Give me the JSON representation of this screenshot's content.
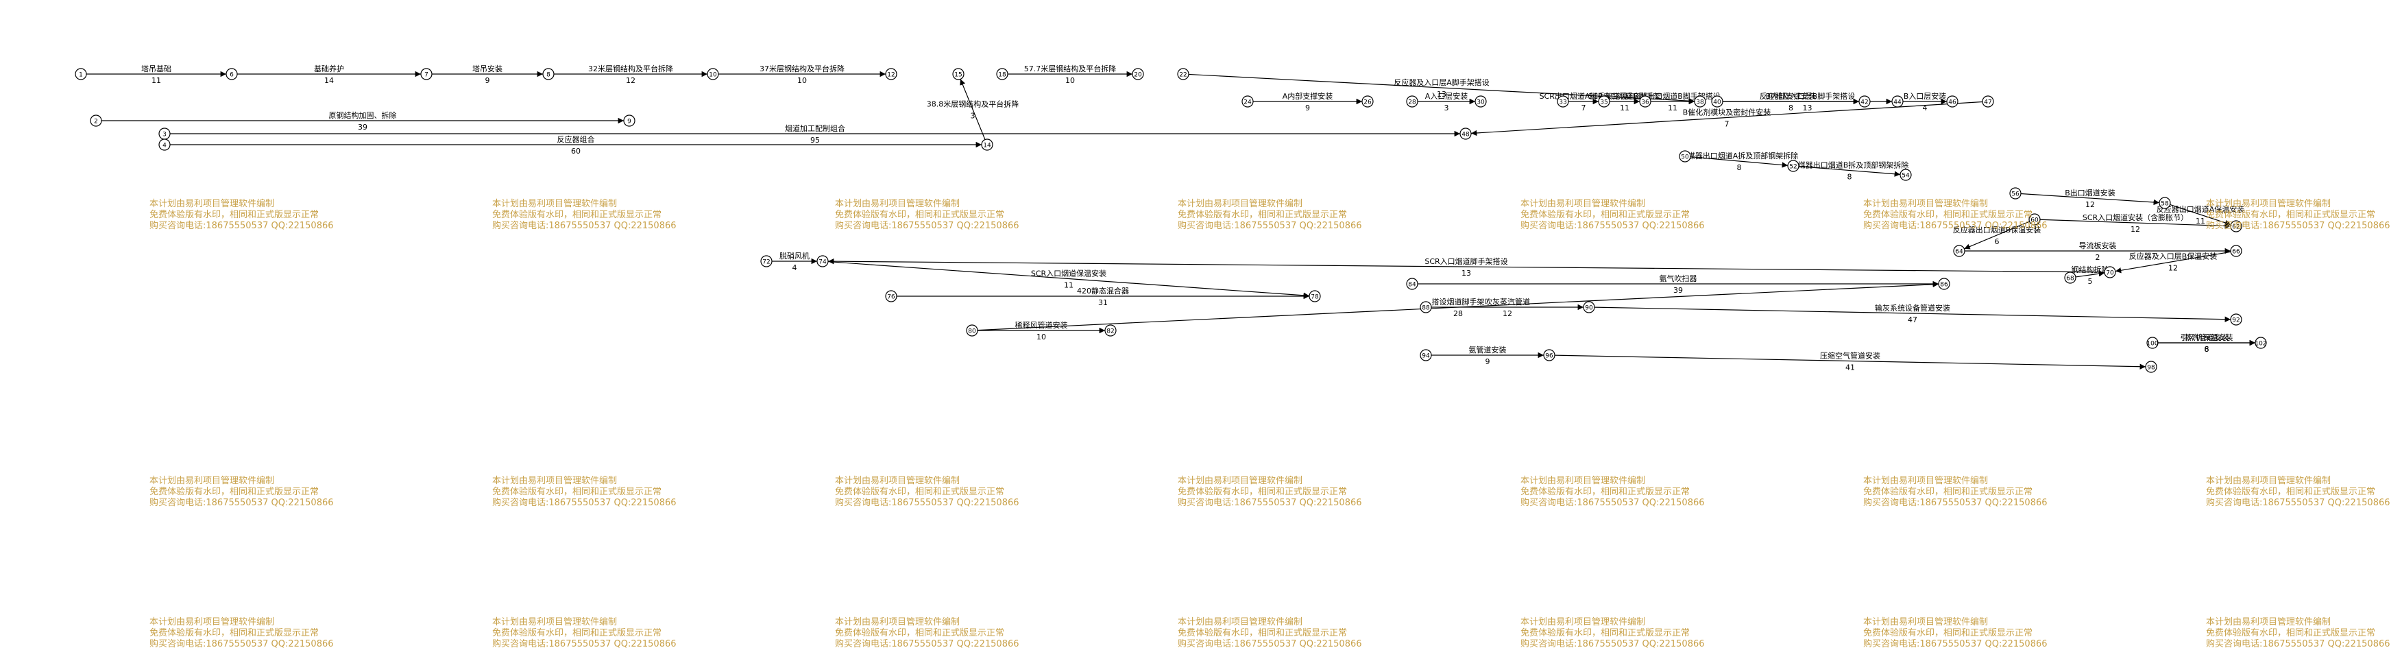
{
  "watermark": {
    "line1": "本计划由易利项目管理软件编制",
    "line2": "免费体验版有水印，相同和正式版显示正常",
    "line3": "购买咨询电话:18675550537 QQ:22150866"
  },
  "colors": {
    "line": "#000000",
    "critical": "#ff0000",
    "highlight": "#ff00ff",
    "watermark": "#c9a24a"
  },
  "nodes": [
    {
      "id": "n1",
      "label": "1"
    },
    {
      "id": "n2",
      "label": "2"
    },
    {
      "id": "n3",
      "label": "3"
    },
    {
      "id": "n4",
      "label": "4"
    },
    {
      "id": "n6",
      "label": "6"
    },
    {
      "id": "n7",
      "label": "7"
    },
    {
      "id": "n8",
      "label": "8"
    },
    {
      "id": "n9",
      "label": "9"
    },
    {
      "id": "n10",
      "label": "10"
    },
    {
      "id": "n12",
      "label": "12"
    },
    {
      "id": "n14",
      "label": "14"
    },
    {
      "id": "n15",
      "label": "15"
    },
    {
      "id": "n18",
      "label": "18"
    },
    {
      "id": "n20",
      "label": "20"
    },
    {
      "id": "n22",
      "label": "22"
    },
    {
      "id": "n24",
      "label": "24"
    },
    {
      "id": "n26",
      "label": "26"
    },
    {
      "id": "n28",
      "label": "28"
    },
    {
      "id": "n30",
      "label": "30"
    },
    {
      "id": "n33",
      "label": "33"
    },
    {
      "id": "n35",
      "label": "35"
    },
    {
      "id": "n36",
      "label": "36"
    },
    {
      "id": "n38",
      "label": "38"
    },
    {
      "id": "n40",
      "label": "40"
    },
    {
      "id": "n42",
      "label": "42"
    },
    {
      "id": "n44",
      "label": "44"
    },
    {
      "id": "n46",
      "label": "46"
    },
    {
      "id": "n47",
      "label": "47"
    },
    {
      "id": "n48",
      "label": "48"
    },
    {
      "id": "n50",
      "label": "50"
    },
    {
      "id": "n52",
      "label": "52"
    },
    {
      "id": "n54",
      "label": "54"
    },
    {
      "id": "n56",
      "label": "56"
    },
    {
      "id": "n58",
      "label": "58"
    },
    {
      "id": "n60",
      "label": "60"
    },
    {
      "id": "n62",
      "label": "62"
    },
    {
      "id": "n64",
      "label": "64"
    },
    {
      "id": "n66",
      "label": "66"
    },
    {
      "id": "n68",
      "label": "68"
    },
    {
      "id": "n70",
      "label": "70"
    },
    {
      "id": "n72",
      "label": "72"
    },
    {
      "id": "n74",
      "label": "74"
    },
    {
      "id": "n76",
      "label": "76"
    },
    {
      "id": "n78",
      "label": "78"
    },
    {
      "id": "n80",
      "label": "80"
    },
    {
      "id": "n82",
      "label": "82"
    },
    {
      "id": "n84",
      "label": "84"
    },
    {
      "id": "n86",
      "label": "86"
    },
    {
      "id": "n88",
      "label": "88"
    },
    {
      "id": "n90",
      "label": "90"
    },
    {
      "id": "n92",
      "label": "92"
    },
    {
      "id": "n94",
      "label": "94"
    },
    {
      "id": "n96",
      "label": "96"
    },
    {
      "id": "n98",
      "label": "98"
    },
    {
      "id": "n100",
      "label": "100"
    },
    {
      "id": "n102",
      "label": "102"
    }
  ],
  "activities": [
    {
      "from": "n1",
      "to": "n6",
      "name": "塔吊基础",
      "dur": "11"
    },
    {
      "from": "n6",
      "to": "n7",
      "name": "基础养护",
      "dur": "14"
    },
    {
      "from": "n7",
      "to": "n8",
      "name": "塔吊安装",
      "dur": "9"
    },
    {
      "from": "n8",
      "to": "n10",
      "name": "32米层钢结构及平台拆降",
      "dur": "12"
    },
    {
      "from": "n10",
      "to": "n12",
      "name": "37米层钢结构及平台拆降",
      "dur": "10"
    },
    {
      "from": "n14",
      "to": "n15",
      "name": "38.8米层钢结构及平台拆降",
      "dur": "3"
    },
    {
      "from": "n18",
      "to": "n20",
      "name": "57.7米层钢结构及平台拆降",
      "dur": "10"
    },
    {
      "from": "n24",
      "to": "n26",
      "name": "A内部支撑安装",
      "dur": "9"
    },
    {
      "from": "n28",
      "to": "n30",
      "name": "A入口层安装",
      "dur": "3"
    },
    {
      "from": "n40",
      "to": "n42",
      "name": "B内部支撑安装",
      "dur": "8"
    },
    {
      "from": "n44",
      "to": "n46",
      "name": "B入口层安装",
      "dur": "4"
    },
    {
      "from": "n47",
      "to": "n48",
      "name": "B催化剂模块及密封件安装",
      "dur": "7"
    },
    {
      "from": "n2",
      "to": "n9",
      "name": "原钢结构加固、拆除",
      "dur": "39"
    },
    {
      "from": "n3",
      "to": "n48",
      "name": "烟道加工配制组合",
      "dur": "95"
    },
    {
      "from": "n4",
      "to": "n14",
      "name": "反应器组合",
      "dur": "60"
    },
    {
      "from": "n50",
      "to": "n52",
      "name": "省煤器出口烟道A拆及顶部钢架拆除",
      "dur": "8"
    },
    {
      "from": "n52",
      "to": "n54",
      "name": "省煤器出口烟道B拆及顶部钢架拆除",
      "dur": "8"
    },
    {
      "from": "n56",
      "to": "n58",
      "name": "B出口烟道安装",
      "dur": "12"
    },
    {
      "from": "n60",
      "to": "n62",
      "name": "SCR入口烟道安装（含膨胀节）",
      "dur": "12"
    },
    {
      "from": "n64",
      "to": "n66",
      "name": "导流板安装",
      "dur": "2"
    },
    {
      "from": "n68",
      "to": "n70",
      "name": "钢结构拆除",
      "dur": "5"
    },
    {
      "from": "n72",
      "to": "n74",
      "name": "脱硝风机",
      "dur": "4"
    },
    {
      "from": "n76",
      "to": "n78",
      "name": "420静态混合器",
      "dur": "31"
    },
    {
      "from": "n80",
      "to": "n82",
      "name": "稀释风管道安装",
      "dur": "10"
    },
    {
      "from": "n84",
      "to": "n86",
      "name": "氨气吹扫器",
      "dur": "39"
    },
    {
      "from": "n88",
      "to": "n90",
      "name": "吹灰蒸汽管道",
      "dur": "12"
    },
    {
      "from": "n90",
      "to": "n92",
      "name": "输灰系统设备管道安装",
      "dur": "47"
    },
    {
      "from": "n94",
      "to": "n96",
      "name": "氨管道安装",
      "dur": "9"
    },
    {
      "from": "n96",
      "to": "n98",
      "name": "压缩空气管道安装",
      "dur": "41"
    },
    {
      "from": "n100",
      "to": "n102",
      "name": "蒸汽管道安装",
      "dur": "8"
    },
    {
      "from": "n33",
      "to": "n35",
      "name": "SCR出口烟道A脚手架搭设",
      "dur": "7"
    },
    {
      "from": "n35",
      "to": "n36",
      "name": "SCR出口烟道B脚手架",
      "dur": "11"
    },
    {
      "from": "n36",
      "to": "n38",
      "name": "反应器出口烟道B脚手架搭设",
      "dur": "11"
    },
    {
      "from": "n22",
      "to": "n38",
      "name": "反应器及入口层A脚手架搭设",
      "dur": "13"
    },
    {
      "from": "n40",
      "to": "n44",
      "name": "反应器及入口层B脚手架搭设",
      "dur": "13"
    },
    {
      "from": "n58",
      "to": "n62",
      "name": "反应器出口烟道A保温安装",
      "dur": "11"
    },
    {
      "from": "n60",
      "to": "n64",
      "name": "反应器出口烟道B保温安装",
      "dur": "6"
    },
    {
      "from": "n66",
      "to": "n70",
      "name": "反应器及入口层B保温安装",
      "dur": "12"
    },
    {
      "from": "n70",
      "to": "n74",
      "name": "SCR入口烟道脚手架搭设",
      "dur": "13"
    },
    {
      "from": "n74",
      "to": "n78",
      "name": "SCR入口烟道保温安装",
      "dur": "11"
    },
    {
      "from": "n80",
      "to": "n86",
      "name": "搭设烟道脚手架",
      "dur": "28"
    },
    {
      "from": "n100",
      "to": "n102",
      "name": "引风机保温安装",
      "dur": "6"
    }
  ]
}
